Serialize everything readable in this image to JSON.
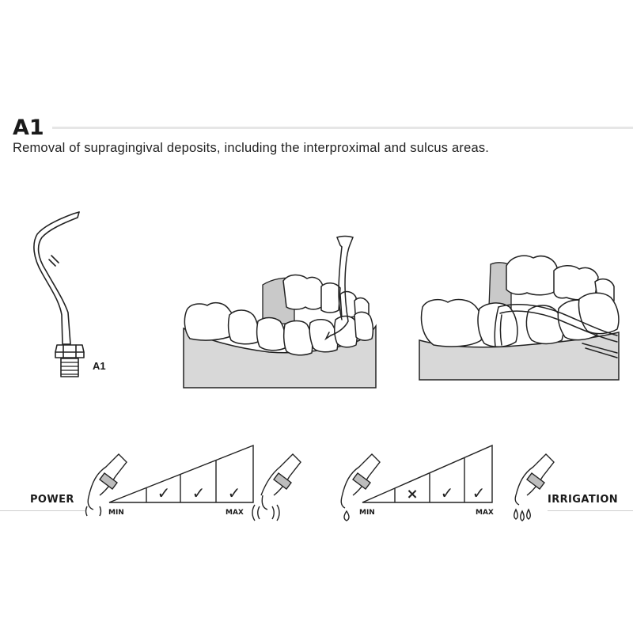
{
  "header": {
    "tip_code": "A1",
    "description": "Removal of supragingival deposits, including the interproximal and sulcus areas."
  },
  "tip_illustration": {
    "label": "A1"
  },
  "power": {
    "label": "POWER",
    "min_label": "MIN",
    "max_label": "MAX",
    "settings": [
      "",
      "✓",
      "✓",
      "✓"
    ]
  },
  "irrigation": {
    "label": "IRRIGATION",
    "min_label": "MIN",
    "max_label": "MAX",
    "settings": [
      "",
      "×",
      "✓",
      "✓"
    ]
  }
}
